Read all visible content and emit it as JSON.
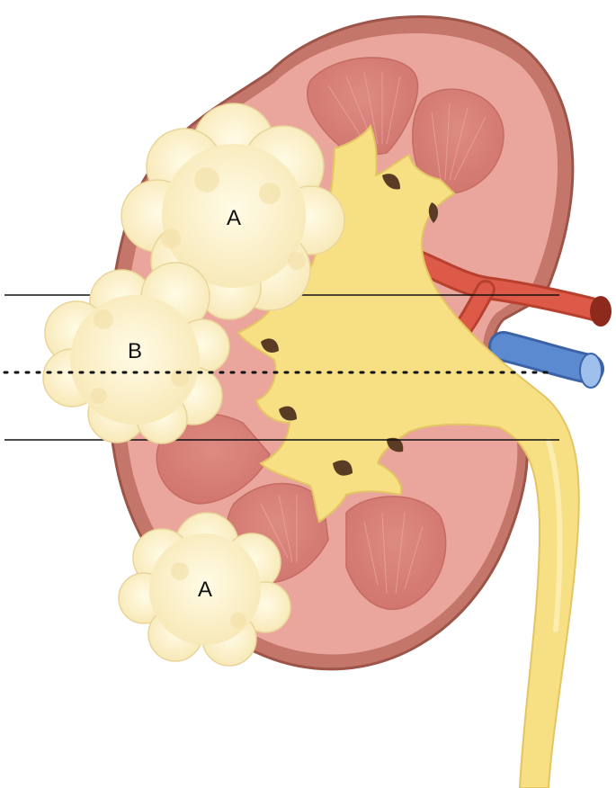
{
  "labels": {
    "mass_upper": "A",
    "mass_middle": "B",
    "mass_lower": "A"
  },
  "colors": {
    "capsule_outer": "#b86a5e",
    "capsule_fill": "#d98b80",
    "cortex": "#eaa59b",
    "pyramid": "#d77e76",
    "pelvis": "#f7df84",
    "pelvis_edge": "#e3c563",
    "artery": "#de5a48",
    "vein": "#4f7fc6",
    "mass_fill": "#fdf0c4",
    "mass_shade": "#f2dd9c",
    "line": "#111111"
  }
}
